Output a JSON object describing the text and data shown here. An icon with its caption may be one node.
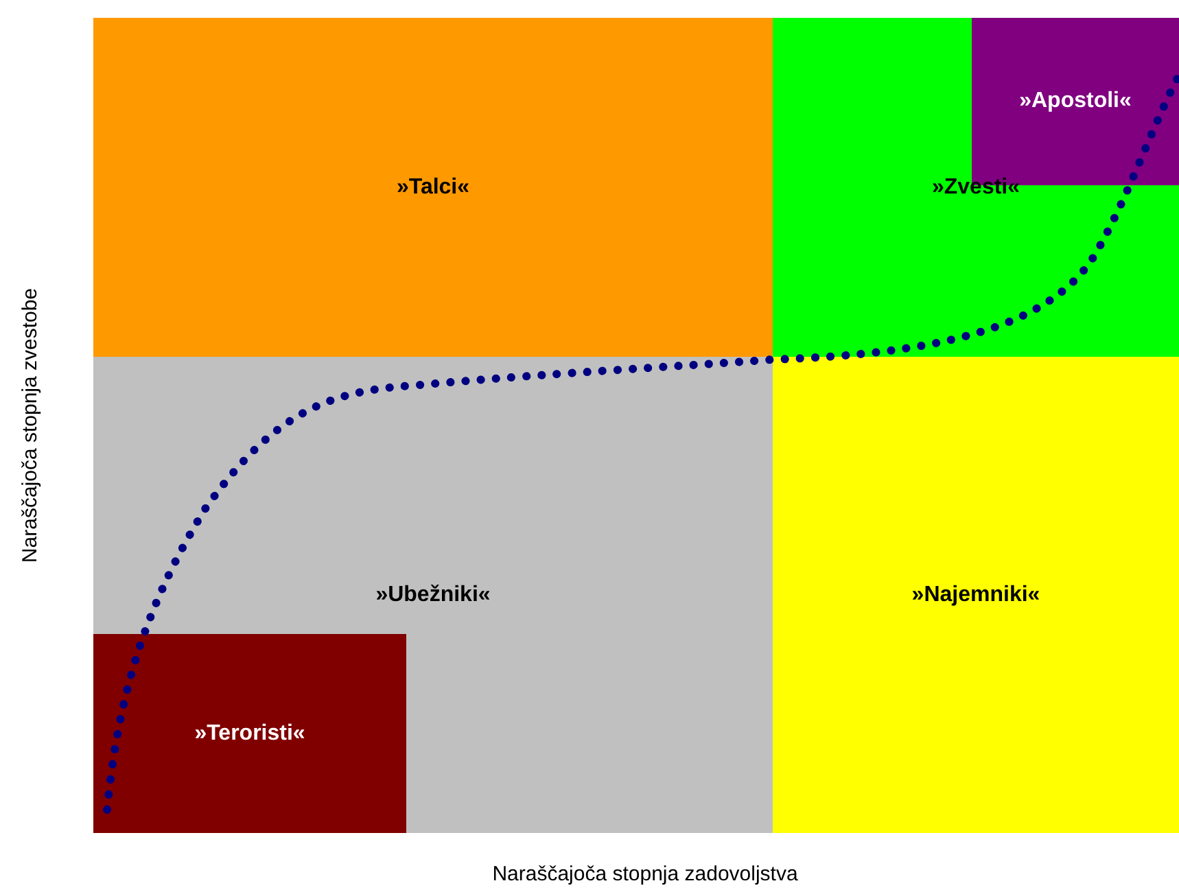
{
  "diagram": {
    "nodes": [
      {
        "text": [
          "»Talci«"
        ]
      },
      {
        "text": [
          "»Zvesti«"
        ]
      },
      {
        "text": [
          "»Apostoli«"
        ],
        "in": 1
      },
      {
        "text": [
          "»Ubežniki«"
        ]
      },
      {
        "text": [
          "»Teroristi«"
        ],
        "in": 3
      },
      {
        "text": [
          "»Najemniki«"
        ]
      }
    ],
    "labels": [
      "Naraščajoča stopnja zvestobe",
      "Naraščajoča stopnja zadovoljstva"
    ]
  }
}
